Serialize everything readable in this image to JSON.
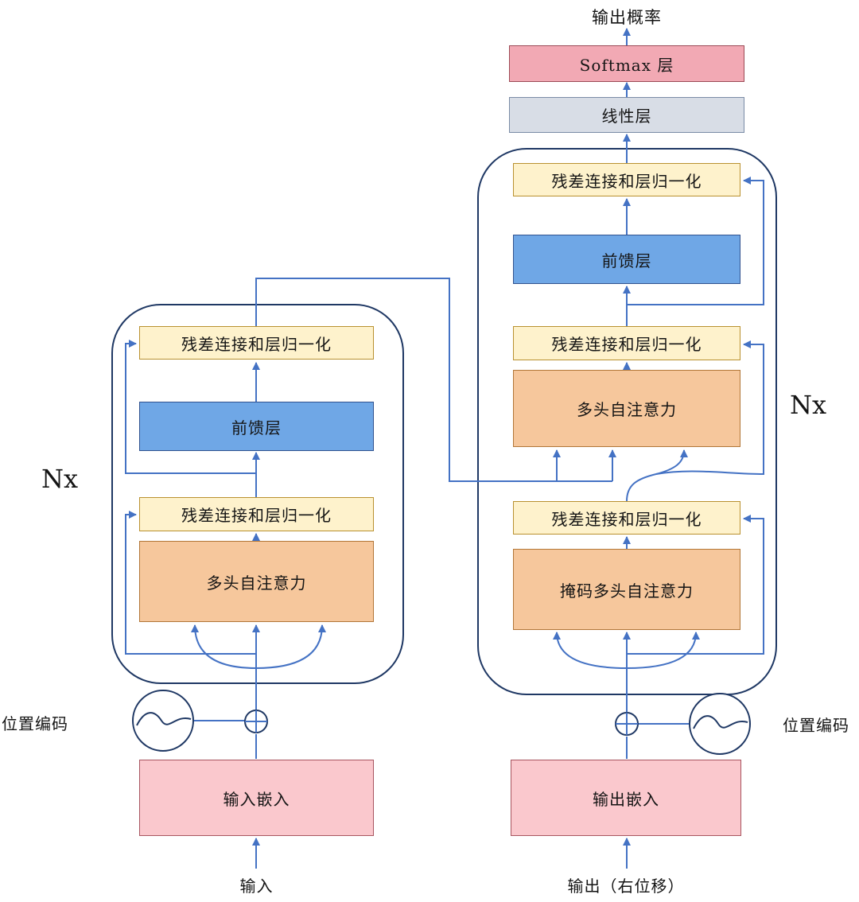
{
  "labels": {
    "output_prob": "输出概率",
    "nx_left": "Nx",
    "nx_right": "Nx",
    "pos_enc_left": "位置编码",
    "pos_enc_right": "位置编码",
    "input": "输入",
    "output_shifted": "输出（右位移）"
  },
  "boxes": {
    "softmax": "Softmax 层",
    "linear": "线性层",
    "dec_addnorm_top": "残差连接和层归一化",
    "dec_ffn": "前馈层",
    "dec_addnorm_mid": "残差连接和层归一化",
    "dec_cross_attn": "多头自注意力",
    "dec_addnorm_bottom": "残差连接和层归一化",
    "dec_masked_attn": "掩码多头自注意力",
    "enc_addnorm_top": "残差连接和层归一化",
    "enc_ffn": "前馈层",
    "enc_addnorm_bottom": "残差连接和层归一化",
    "enc_attn": "多头自注意力",
    "input_embedding": "输入嵌入",
    "output_embedding": "输出嵌入"
  },
  "icons": {
    "positional_encoding": "sine-wave-circle",
    "add": "plus-circle"
  },
  "colors": {
    "line_blue": "#4472C4",
    "container_border": "#1F3864",
    "addnorm_fill": "#FEF2CC",
    "ffn_fill": "#6FA7E6",
    "attention_fill": "#F6C79C",
    "softmax_fill": "#F2A9B4",
    "linear_fill": "#D8DDE6",
    "embedding_fill": "#FAC8CD"
  }
}
